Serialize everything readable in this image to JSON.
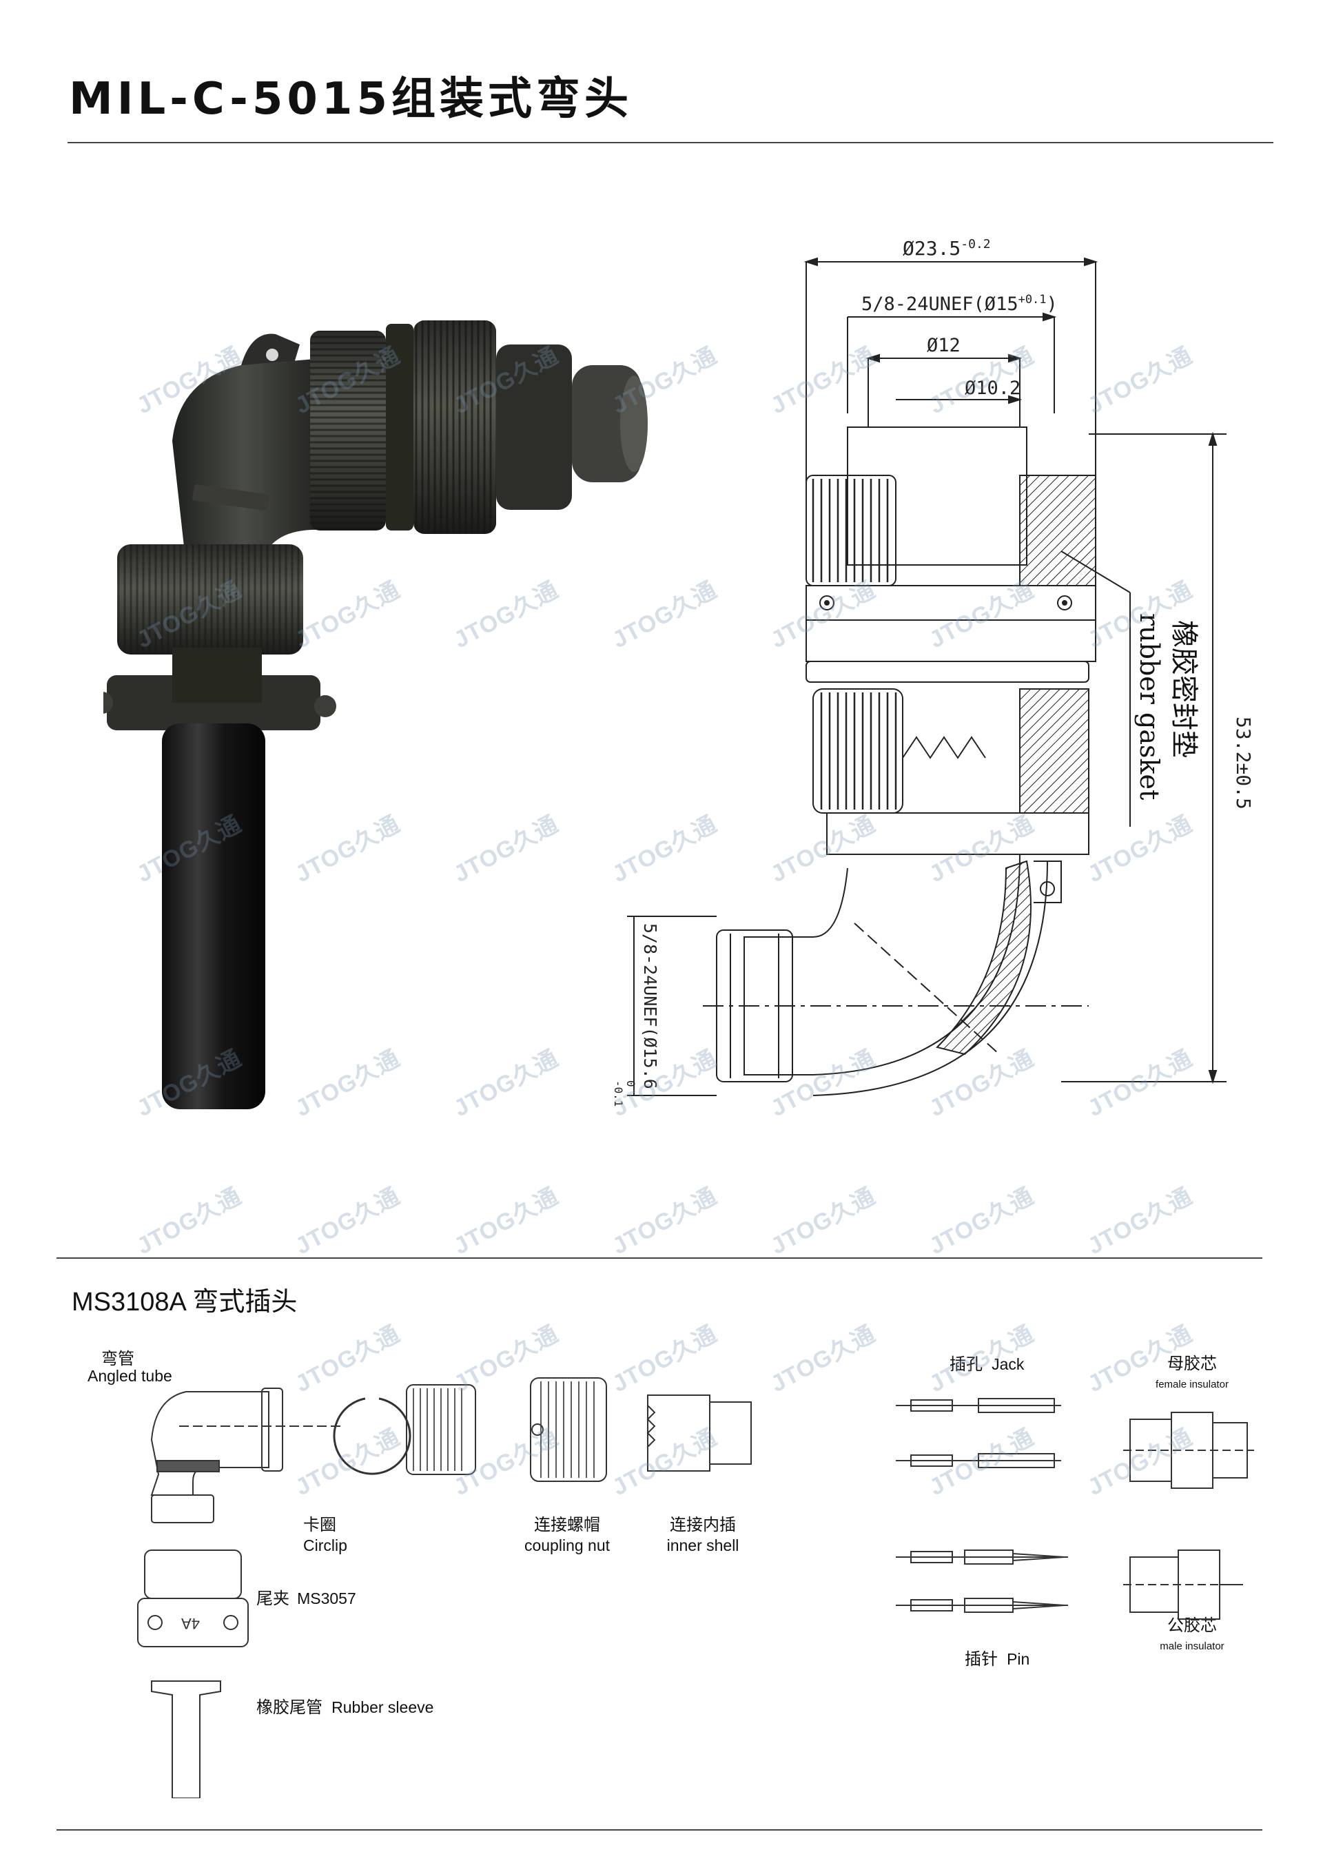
{
  "page": {
    "title": "MIL-C-5015组装式弯头",
    "section_title": "MS3108A  弯式插头",
    "watermark": "JTOG久通"
  },
  "drawing": {
    "dim_outer_dia": "Ø23.5",
    "dim_outer_dia_tol": "-0.2",
    "dim_thread_top": "5/8-24UNEF(Ø15",
    "dim_thread_top_tol": "+0.1",
    "dim_thread_top_close": ")",
    "dim_dia_12": "Ø12",
    "dim_dia_10": "Ø10.2",
    "dim_height": "53.2±0.5",
    "gasket_zh": "橡胶密封垫",
    "gasket_en": "rubber gasket",
    "dim_thread_side": "5/8-24UNEF(Ø15.6",
    "dim_thread_side_tol_top": "0",
    "dim_thread_side_tol_bottom": "-0.1"
  },
  "parts": {
    "angled_tube_zh": "弯管",
    "angled_tube_en": "Angled tube",
    "circlip_zh": "卡圈",
    "circlip_en": "Circlip",
    "coupling_nut_zh": "连接螺帽",
    "coupling_nut_en": "coupling nut",
    "inner_shell_zh": "连接内插",
    "inner_shell_en": "inner shell",
    "clamp_zh": "尾夹",
    "clamp_en": "MS3057",
    "clamp_mark": "4A",
    "rubber_sleeve_zh": "橡胶尾管",
    "rubber_sleeve_en": "Rubber sleeve",
    "jack_zh": "插孔",
    "jack_en": "Jack",
    "pin_zh": "插针",
    "pin_en": "Pin",
    "female_ins_zh": "母胶芯",
    "female_ins_en": "female insulator",
    "male_ins_zh": "公胶芯",
    "male_ins_en": "male insulator"
  }
}
